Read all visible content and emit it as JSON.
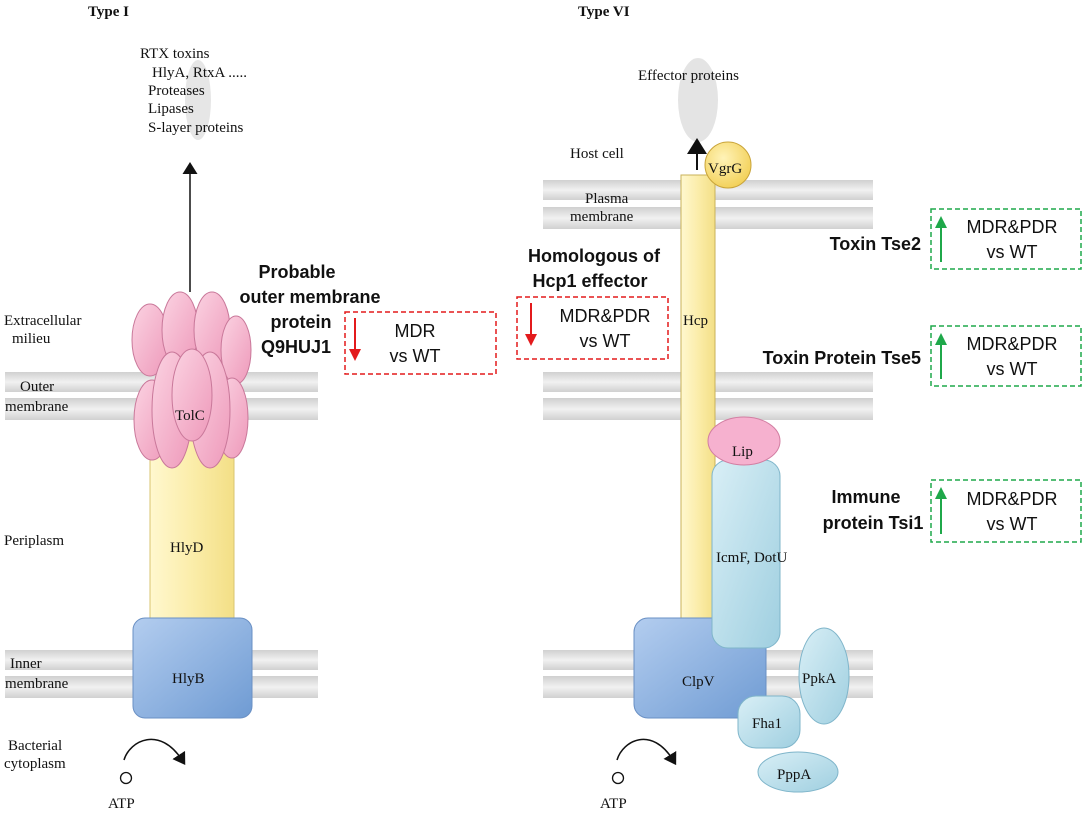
{
  "colors": {
    "membrane": "#cfcfcf",
    "membrane_light": "#ececec",
    "tolc_pink": "#f4b3cc",
    "hly_yellow": "#fbefae",
    "hlyb_blue": "#8eb4e0",
    "light_cyan": "#bfe1ec",
    "down_red": "#e31a1c",
    "up_green": "#1fa84a",
    "vgrg_yellow": "#fbe48a",
    "lip_pink": "#f6b1cf"
  },
  "type1": {
    "title": "Type I",
    "secreted": [
      "RTX toxins",
      "HlyA, RtxA  .....",
      "Proteases",
      "Lipases",
      "S-layer proteins"
    ],
    "regions": {
      "extracellular": [
        "Extracellular",
        "milieu"
      ],
      "outer_membrane": [
        "Outer",
        "membrane"
      ],
      "periplasm": "Periplasm",
      "inner_membrane": [
        "Inner",
        "membrane"
      ],
      "cytoplasm": [
        "Bacterial",
        "cytoplasm"
      ]
    },
    "proteins": {
      "tolc": "TolC",
      "hlyd": "HlyD",
      "hlyb": "HlyB"
    },
    "atp": "ATP",
    "annotation": {
      "label": [
        "Probable",
        "outer membrane",
        "protein",
        "Q9HUJ1"
      ],
      "direction": "down",
      "box": [
        "MDR",
        "vs WT"
      ]
    }
  },
  "type6": {
    "title": "Type VI",
    "effector": "Effector proteins",
    "regions": {
      "host_cell": "Host cell",
      "plasma_membrane": [
        "Plasma",
        "membrane"
      ]
    },
    "proteins": {
      "vgrg": "VgrG",
      "hcp": "Hcp",
      "lip": "Lip",
      "icmf": "IcmF, DotU",
      "clpv": "ClpV",
      "ppka": "PpkA",
      "fha1": "Fha1",
      "pppa": "PppA"
    },
    "atp": "ATP",
    "annotations": [
      {
        "label": [
          "Homologous of",
          "Hcp1 effector"
        ],
        "direction": "down",
        "box": [
          "MDR&PDR",
          "vs WT"
        ]
      },
      {
        "label": [
          "Toxin Tse2"
        ],
        "direction": "up",
        "box": [
          "MDR&PDR",
          "vs WT"
        ]
      },
      {
        "label": [
          "Toxin Protein Tse5"
        ],
        "direction": "up",
        "box": [
          "MDR&PDR",
          "vs WT"
        ]
      },
      {
        "label": [
          "Immune",
          "protein Tsi1"
        ],
        "direction": "up",
        "box": [
          "MDR&PDR",
          "vs WT"
        ]
      }
    ]
  }
}
